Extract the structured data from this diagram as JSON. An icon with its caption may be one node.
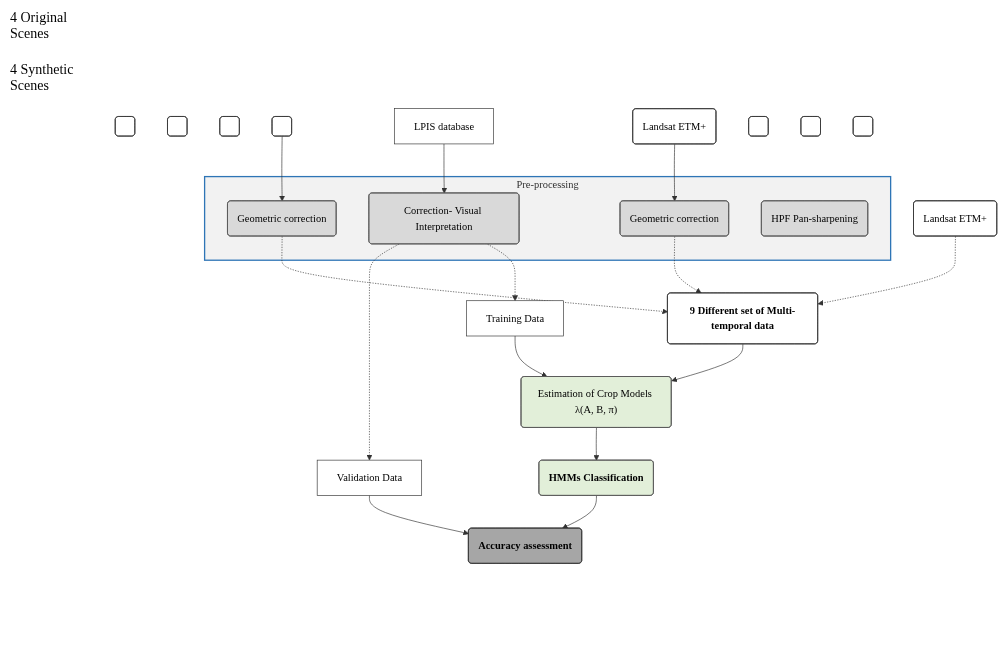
{
  "diagram": {
    "nodes": [
      {
        "text": [],
        "shape": "box"
      },
      {
        "text": [],
        "shape": "box"
      },
      {
        "text": [],
        "shape": "box"
      },
      {
        "text": [
          "Landsat ETM+"
        ]
      },
      {
        "text": [],
        "shape": "box"
      },
      {
        "text": [
          "LPIS database"
        ]
      },
      {
        "text": [
          "Pre-processing"
        ]
      },
      {
        "text": [
          "Geometric correction"
        ],
        "in": 6
      },
      {
        "text": [
          "Geometric correction"
        ],
        "in": 6
      },
      {
        "text": [
          "Correction- Visual Interpretation"
        ],
        "in": 6
      },
      {
        "text": [
          "HPF Pan-sharpening"
        ],
        "in": 6
      },
      {
        "text": [],
        "shape": "box"
      },
      {
        "text": [],
        "shape": "box"
      },
      {
        "text": [],
        "shape": "box"
      },
      {
        "text": [
          "Landsat ETM+"
        ]
      },
      {
        "text": [
          "Training Data"
        ]
      },
      {
        "text": [
          "Validation Data"
        ]
      },
      {
        "text": [
          "9 Different set of Multi-temporal data"
        ]
      },
      {
        "text": [
          "Estimation of Crop Models λ(A, B, π)"
        ]
      },
      {
        "text": [
          "HMMs Classification"
        ]
      },
      {
        "text": [
          "Accuracy assessment"
        ]
      }
    ],
    "edges": [
      {
        "from": 3,
        "to": 7,
        "arrow": "to"
      },
      {
        "from": 4,
        "to": 8,
        "arrow": "to"
      },
      {
        "from": 5,
        "to": 9,
        "arrow": "to"
      },
      {
        "from": 7,
        "to": 17,
        "arrow": "to",
        "style": "dashed"
      },
      {
        "from": 8,
        "to": 17,
        "arrow": "to",
        "style": "dashed"
      },
      {
        "from": 9,
        "to": 15,
        "arrow": "to",
        "style": "dashed"
      },
      {
        "from": 9,
        "to": 16,
        "arrow": "to",
        "style": "dashed"
      },
      {
        "from": 14,
        "to": 17,
        "arrow": "to",
        "style": "dashed"
      },
      {
        "from": 15,
        "to": 18,
        "arrow": "to"
      },
      {
        "from": 17,
        "to": 18,
        "arrow": "to"
      },
      {
        "from": 18,
        "to": 19,
        "arrow": "to"
      },
      {
        "from": 19,
        "to": 20,
        "arrow": "to"
      },
      {
        "from": 16,
        "to": 20,
        "arrow": "to"
      }
    ],
    "labels": [
      "4 Original Scenes",
      "4 Synthetic Scenes"
    ]
  }
}
